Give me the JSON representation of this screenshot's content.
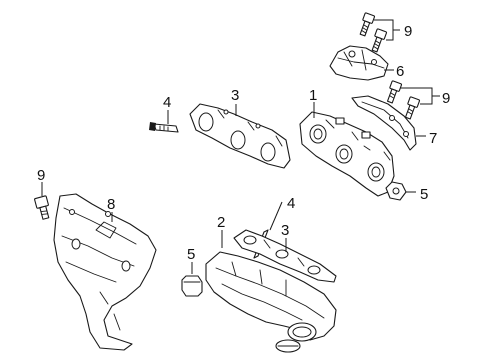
{
  "callouts": {
    "c1": "1",
    "c2": "2",
    "c3a": "3",
    "c3b": "3",
    "c4a": "4",
    "c4b": "4",
    "c5a": "5",
    "c5b": "5",
    "c6": "6",
    "c7": "7",
    "c8": "8",
    "c9a": "9",
    "c9b": "9",
    "c9c": "9"
  },
  "colors": {
    "line": "#1a1a1a",
    "background": "#ffffff"
  },
  "parts": [
    "bolt",
    "stud",
    "nut",
    "heat-shield",
    "exhaust-manifold",
    "manifold-gasket"
  ]
}
